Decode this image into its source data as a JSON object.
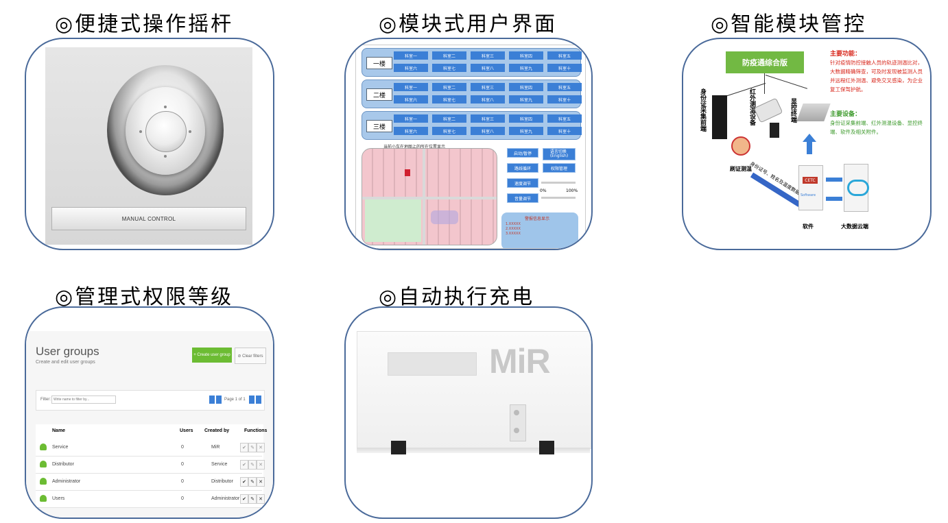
{
  "sections": [
    {
      "title": "◎便捷式操作摇杆"
    },
    {
      "title": "◎模块式用户界面"
    },
    {
      "title": "◎智能模块管控"
    },
    {
      "title": "◎管理式权限等级"
    },
    {
      "title": "◎自动执行充电"
    }
  ],
  "joystick": {
    "button_label": "MANUAL CONTROL"
  },
  "module_ui": {
    "floors": [
      {
        "label": "一楼",
        "rooms": [
          "科室一",
          "科室二",
          "科室三",
          "科室四",
          "科室五",
          "科室六",
          "科室七",
          "科室八",
          "科室九",
          "科室十"
        ]
      },
      {
        "label": "二楼",
        "rooms": [
          "科室一",
          "科室二",
          "科室三",
          "科室四",
          "科室五",
          "科室六",
          "科室七",
          "科室八",
          "科室九",
          "科室十"
        ]
      },
      {
        "label": "三楼",
        "rooms": [
          "科室一",
          "科室二",
          "科室三",
          "科室四",
          "科室五",
          "科室六",
          "科室七",
          "科室八",
          "科室九",
          "科室十"
        ]
      }
    ],
    "map_caption": "当前小车在地图上的所在位置显示",
    "controls": [
      "启动/暂停",
      "语言切换\n(English)",
      "路线循环",
      "权限管理",
      "速度调节",
      "音量调节"
    ],
    "slider_min": "0%",
    "slider_max": "100%",
    "alarm_title": "警报信息显示",
    "alarm_items": [
      "1.XXXXX",
      "2.XXXXX",
      "3.XXXXX"
    ]
  },
  "smart": {
    "hub": "防疫通综合版",
    "main_func_title": "主要功能：",
    "main_func_text": "针对疫情防控接触人员的轨迹测温比对，大数据精确筛查，可及时发现被监测人员并远程红外测温、避免交叉感染，为企业复工保驾护航。",
    "devices_title": "主要设备：",
    "devices_text": "身份证采集前端、红外测温设备、显控终端、软件及相关附件。",
    "labels": [
      "身份证采集前端",
      "红外测温设备",
      "显控终端"
    ],
    "flow_text": "身份证号、姓名及温度数据",
    "nurse_label": "刷证测温",
    "software_label": "软件",
    "software_logo": "CETC",
    "software_sub": "Software",
    "cloud_label": "大数据云端"
  },
  "user_groups": {
    "title": "User groups",
    "subtitle": "Create and edit user groups",
    "create_btn": "+ Create user group",
    "clear_btn": "⊘ Clear filters",
    "filter_label": "Filter:",
    "filter_placeholder": "Write name to filter by...",
    "page": "Page 1 of 1",
    "headers": {
      "name": "Name",
      "users": "Users",
      "created": "Created by",
      "functions": "Functions"
    },
    "rows": [
      {
        "name": "Service",
        "users": "0",
        "created": "MiR"
      },
      {
        "name": "Distributor",
        "users": "0",
        "created": "Service"
      },
      {
        "name": "Administrator",
        "users": "0",
        "created": "Distributor"
      },
      {
        "name": "Users",
        "users": "0",
        "created": "Administrator"
      }
    ]
  },
  "mir": {
    "logo": "MiR"
  }
}
